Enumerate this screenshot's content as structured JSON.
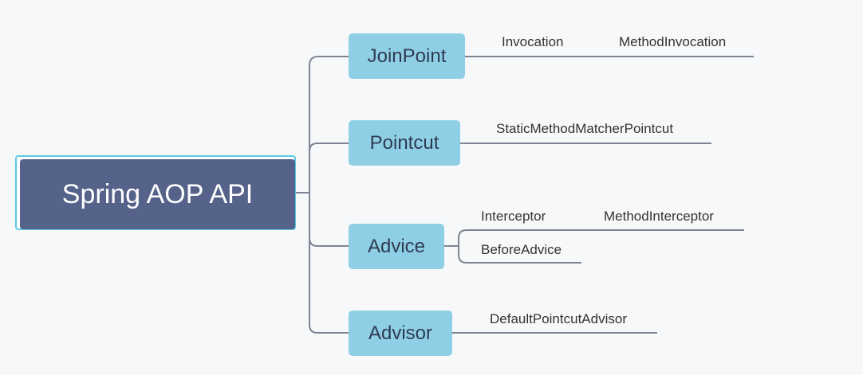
{
  "root": {
    "label": "Spring AOP API"
  },
  "branches": [
    {
      "label": "JoinPoint",
      "leaves": [
        "Invocation",
        "MethodInvocation"
      ]
    },
    {
      "label": "Pointcut",
      "leaves": [
        "StaticMethodMatcherPointcut"
      ]
    },
    {
      "label": "Advice",
      "leaves": [
        "Interceptor",
        "MethodInterceptor",
        "BeforeAdvice"
      ]
    },
    {
      "label": "Advisor",
      "leaves": [
        "DefaultPointcutAdvisor"
      ]
    }
  ],
  "colors": {
    "root_fill": "#55628a",
    "root_outline": "#5bc8e0",
    "branch_fill": "#8ecfe6",
    "connector": "#7d8594"
  }
}
